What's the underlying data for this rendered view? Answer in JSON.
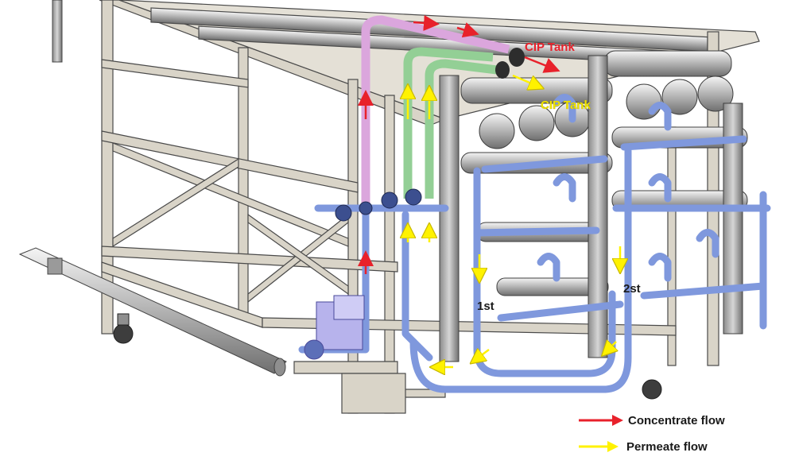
{
  "labels": {
    "cip_tank_concentrate": "CIP Tank",
    "cip_tank_permeate": "CIP Tank",
    "stage_first": "1st",
    "stage_second": "2st"
  },
  "legend": {
    "concentrate": "Concentrate flow",
    "permeate": "Permeate flow"
  },
  "colors": {
    "concentrate_arrow": "#e8212b",
    "permeate_arrow": "#fff200",
    "cip_tank_label_red": "#e8212b",
    "cip_tank_label_yellow": "#f2e600",
    "pipe_blue": "#7f98dd",
    "pipe_green": "#93cf95",
    "pipe_pink": "#dba6dd",
    "steel_frame": "#d9d4c8",
    "module_grey": "#c9c9c9"
  }
}
